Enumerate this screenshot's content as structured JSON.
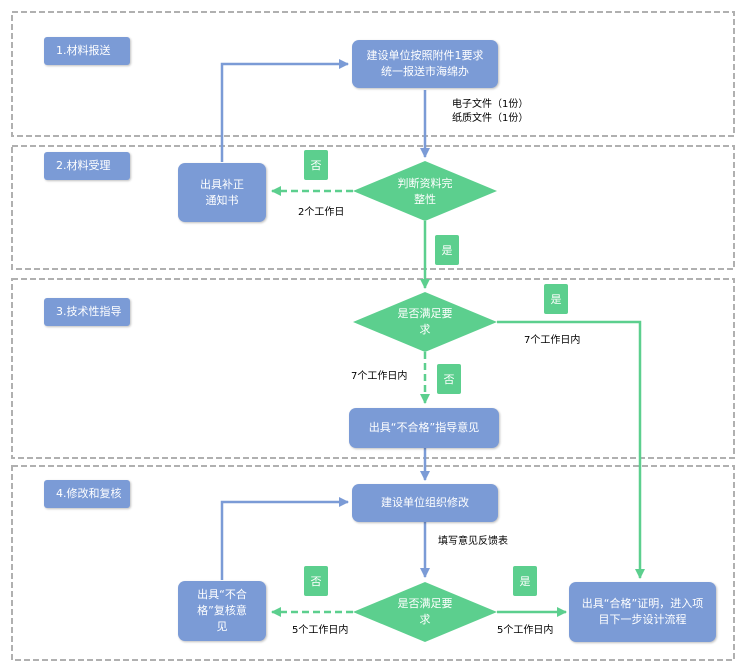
{
  "lanes": [
    {
      "label": "1.材料报送"
    },
    {
      "label": "2.材料受理"
    },
    {
      "label": "3.技术性指导"
    },
    {
      "label": "4.修改和复核"
    }
  ],
  "nodes": {
    "submit": "建设单位按照附件1要求统一报送市海绵办",
    "correction_notice": "出具补正通知书",
    "judge_complete": "判断资料完整性",
    "judge_meet_1": "是否满足要求",
    "unqualified_opinion": "出具“不合格”指导意见",
    "modify": "建设单位组织修改",
    "judge_meet_2": "是否满足要求",
    "review_unqualified": "出具“不合格”复核意见",
    "qualified_cert": "出具“合格”证明，进入项目下一步设计流程"
  },
  "notes": {
    "electronic": "电子文件（1份）",
    "paper": "纸质文件（1份）",
    "days2": "2个工作日",
    "days7_right": "7个工作日内",
    "days7_left": "7个工作日内",
    "feedback": "填写意见反馈表",
    "days5_left": "5个工作日内",
    "days5_right": "5个工作日内"
  },
  "tags": {
    "no1": "否",
    "yes1": "是",
    "yes2": "是",
    "no2": "否",
    "no3": "否",
    "yes3": "是"
  },
  "colors": {
    "box": "#7b9bd6",
    "diamond": "#5ccf8e",
    "lane_border": "#b0b0b0"
  }
}
